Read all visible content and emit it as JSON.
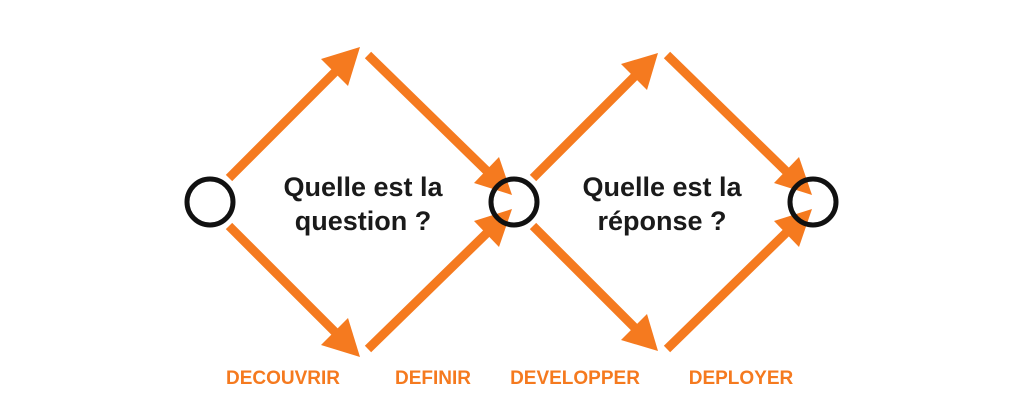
{
  "colors": {
    "accent": "#f57a1f",
    "node": "#111111",
    "text": "#1a1a1a",
    "background": "#ffffff"
  },
  "diamonds": [
    {
      "question": {
        "line1": "Quelle est la",
        "line2": "question ?"
      }
    },
    {
      "question": {
        "line1": "Quelle est la",
        "line2": "réponse ?"
      }
    }
  ],
  "phases": [
    {
      "label": "DECOUVRIR"
    },
    {
      "label": "DEFINIR"
    },
    {
      "label": "DEVELOPPER"
    },
    {
      "label": "DEPLOYER"
    }
  ]
}
